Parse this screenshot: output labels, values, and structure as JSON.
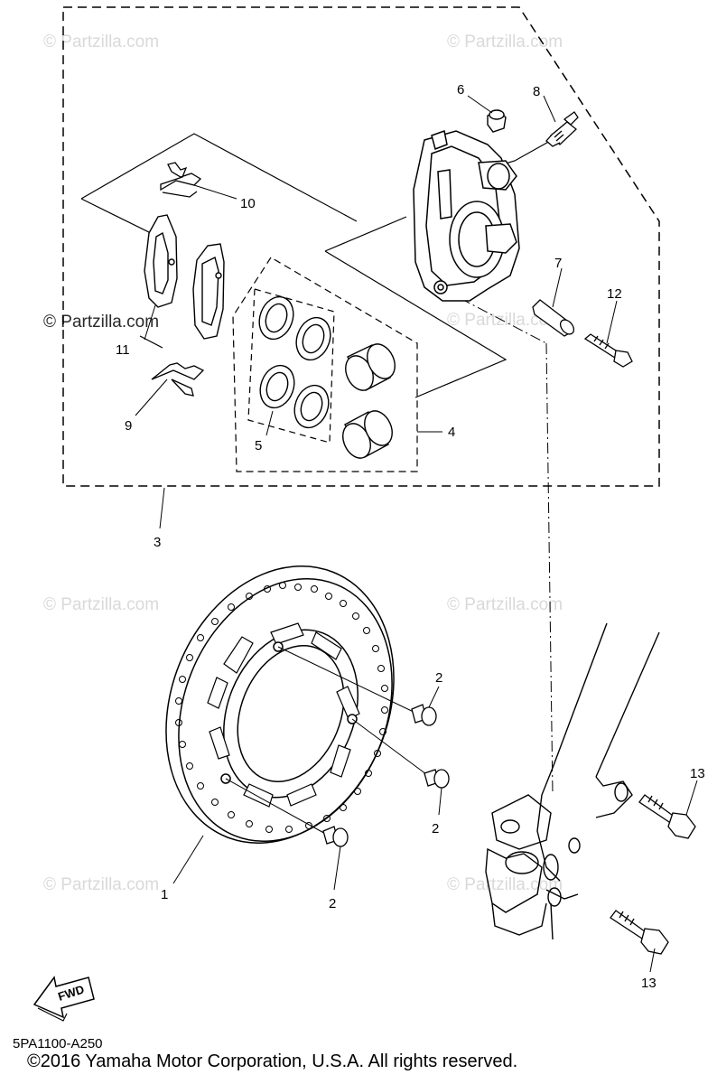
{
  "watermark": "© Partzilla.com",
  "callouts": {
    "c1": "1",
    "c2a": "2",
    "c2b": "2",
    "c2c": "2",
    "c3": "3",
    "c4": "4",
    "c5": "5",
    "c6": "6",
    "c7": "7",
    "c8": "8",
    "c9": "9",
    "c10": "10",
    "c11": "11",
    "c12": "12",
    "c13a": "13",
    "c13b": "13"
  },
  "direction_label": "FWD",
  "diagram_code": "5PA1100-A250",
  "copyright": "©2016 Yamaha Motor Corporation, U.S.A. All rights reserved.",
  "colors": {
    "line": "#000000",
    "watermark": "#d9d9d9",
    "background": "#ffffff"
  }
}
